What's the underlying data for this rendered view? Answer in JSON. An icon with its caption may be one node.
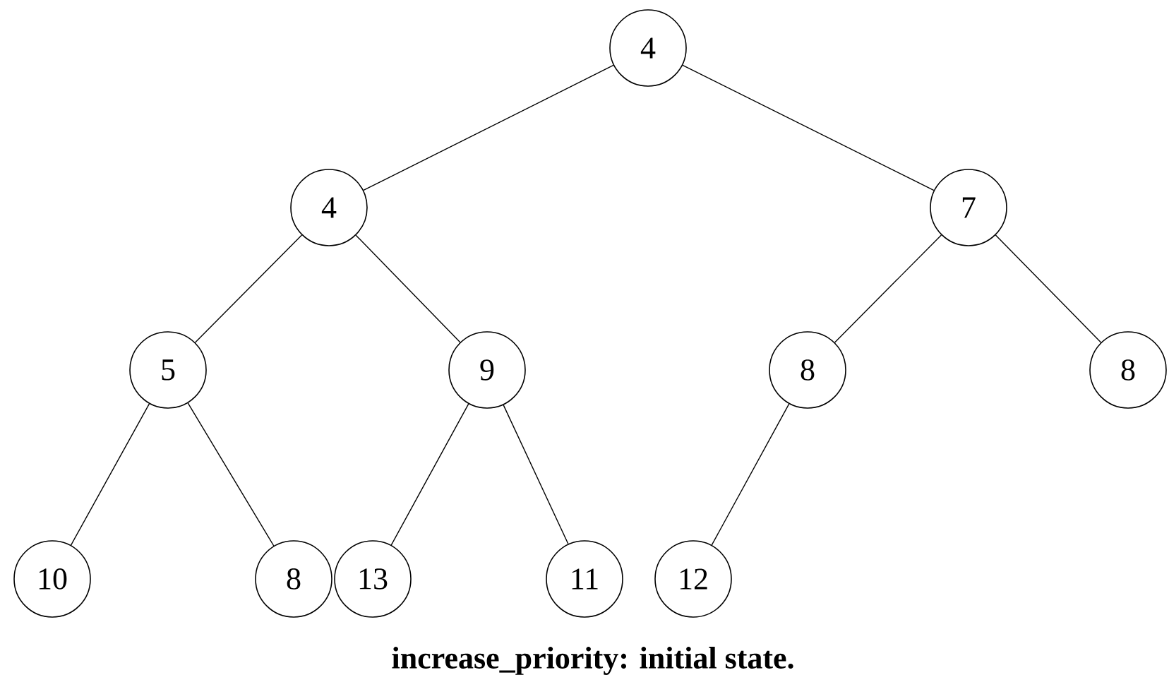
{
  "diagram": {
    "caption": "increase_priority: initial state.",
    "nodes": [
      {
        "text": [
          "4"
        ]
      },
      {
        "text": [
          "4"
        ]
      },
      {
        "text": [
          "7"
        ]
      },
      {
        "text": [
          "5"
        ]
      },
      {
        "text": [
          "9"
        ]
      },
      {
        "text": [
          "8"
        ]
      },
      {
        "text": [
          "8"
        ]
      },
      {
        "text": [
          "10"
        ]
      },
      {
        "text": [
          "8"
        ]
      },
      {
        "text": [
          "13"
        ]
      },
      {
        "text": [
          "11"
        ]
      },
      {
        "text": [
          "12"
        ]
      }
    ],
    "edges": [
      {
        "from": 0,
        "to": 1,
        "arrow": "none"
      },
      {
        "from": 0,
        "to": 2,
        "arrow": "none"
      },
      {
        "from": 1,
        "to": 3,
        "arrow": "none"
      },
      {
        "from": 1,
        "to": 4,
        "arrow": "none"
      },
      {
        "from": 2,
        "to": 5,
        "arrow": "none"
      },
      {
        "from": 2,
        "to": 6,
        "arrow": "none"
      },
      {
        "from": 3,
        "to": 7,
        "arrow": "none"
      },
      {
        "from": 3,
        "to": 8,
        "arrow": "none"
      },
      {
        "from": 4,
        "to": 9,
        "arrow": "none"
      },
      {
        "from": 4,
        "to": 10,
        "arrow": "none"
      },
      {
        "from": 5,
        "to": 11,
        "arrow": "none"
      }
    ]
  }
}
